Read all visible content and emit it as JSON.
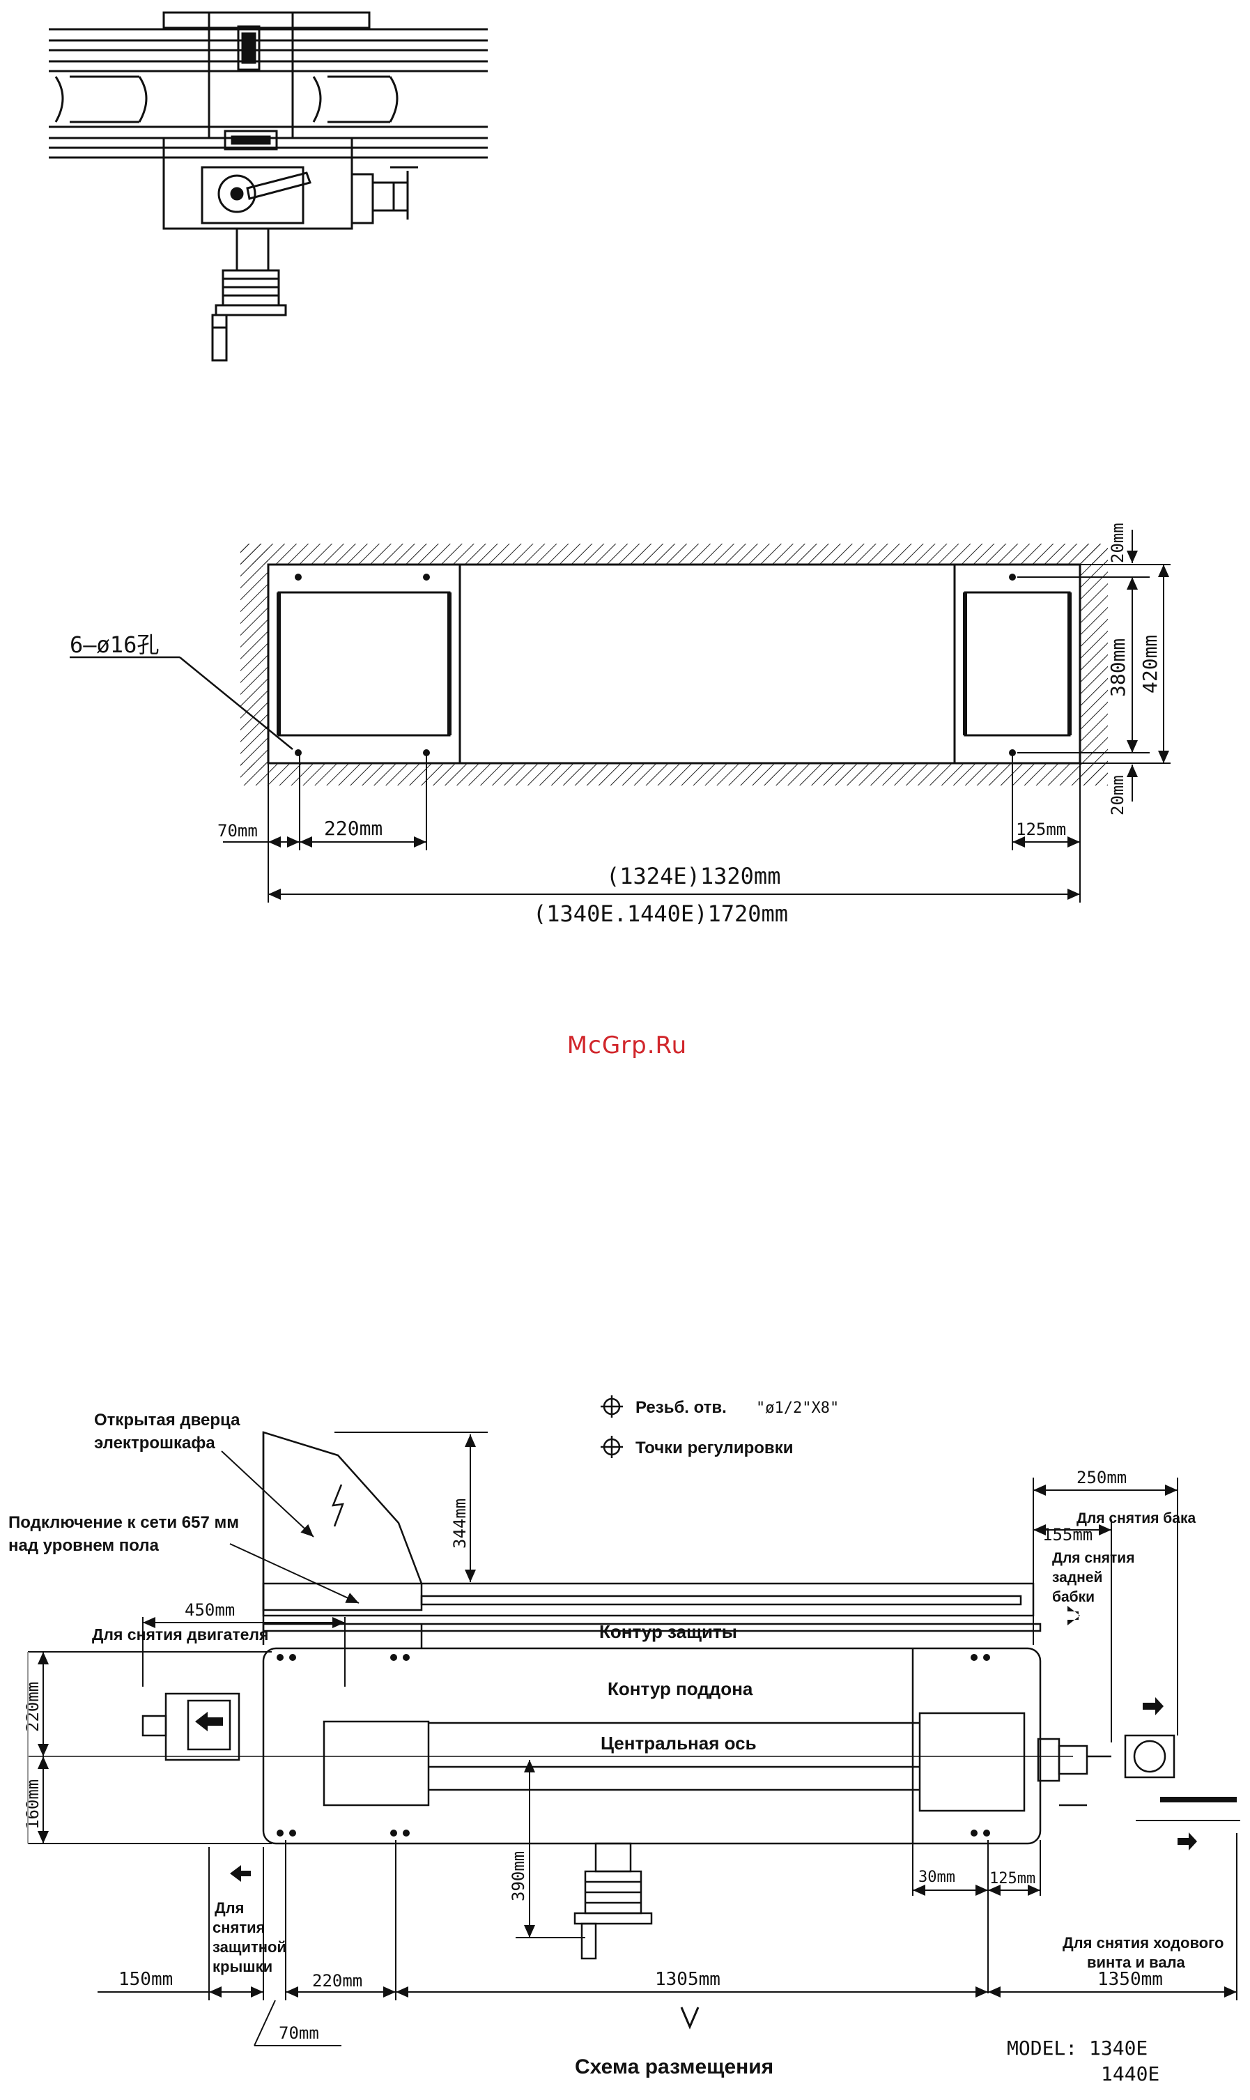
{
  "watermark": "McGrp.Ru",
  "foundation": {
    "holes": "6–ø16孔",
    "dim_70": "70mm",
    "dim_220": "220mm",
    "dim_125": "125mm",
    "dim_20_top": "20mm",
    "dim_380": "380mm",
    "dim_420": "420mm",
    "dim_20_bottom": "20mm",
    "len_1324": "(1324E)1320mm",
    "len_1340": "(1340E.1440E)1720mm"
  },
  "layout": {
    "legend_thread": "Резьб. отв.",
    "legend_thread_spec": "\"ø1/2\"X8\"",
    "legend_adjust": "Точки регулировки",
    "open_door_1": "Открытая дверца",
    "open_door_2": "электрошкафа",
    "power_1": "Подключение к сети 657 мм",
    "power_2": "над уровнем пола",
    "dim_344": "344mm",
    "dim_450": "450mm",
    "motor_removal": "Для снятия двигателя",
    "contour_guard": "Контур защиты",
    "contour_tray": "Контур поддона",
    "center_axis": "Центральная ось",
    "dim_220v": "220mm",
    "dim_160v": "160mm",
    "dim_250": "250mm",
    "tank_removal": "Для снятия бака",
    "dim_155": "155mm",
    "tailstock_1": "Для снятия",
    "tailstock_2": "задней",
    "tailstock_3": "бабки",
    "dim_390": "390mm",
    "dim_30": "30mm",
    "dim_125b": "125mm",
    "cover_1": "Для",
    "cover_2": "снятия",
    "cover_3": "защитной",
    "cover_4": "крышки",
    "screw_1": "Для снятия ходового",
    "screw_2": "винта и вала",
    "dim_150": "150mm",
    "dim_220b": "220mm",
    "dim_1305": "1305mm",
    "dim_1350": "1350mm",
    "dim_70b": "70mm",
    "title": "Схема размещения",
    "model_1": "MODEL:  1340E",
    "model_2": "1440E"
  }
}
